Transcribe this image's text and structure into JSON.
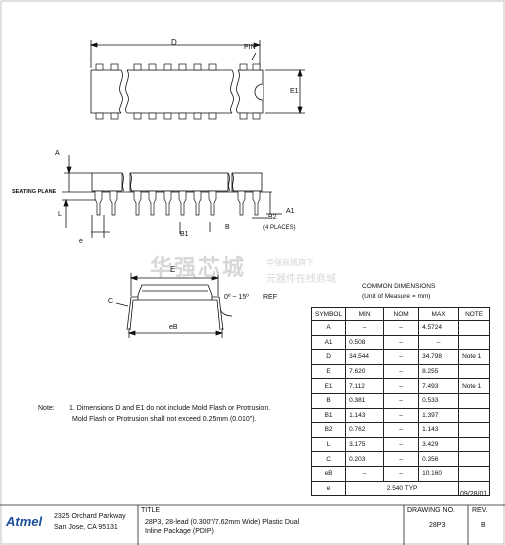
{
  "top_view": {
    "dim_d": "D",
    "pin_label": "PIN",
    "dim_e1": "E1"
  },
  "side_view": {
    "label_a": "A",
    "seating_plane": "SEATING PLANE",
    "label_l": "L",
    "label_e": "e",
    "label_a1": "A1",
    "label_b1": "B1",
    "label_b": "B",
    "label_b2": "B2",
    "b2_note": "(4 PLACES)"
  },
  "end_view": {
    "label_e": "E",
    "label_c": "C",
    "angle": "0º ~ 15º",
    "angle_ref": "REF",
    "label_eb": "eB"
  },
  "watermark": {
    "main": "华强芯城",
    "sub_top": "华强商城旗下",
    "sub_bottom": "元器件在线商城"
  },
  "dimensions": {
    "title": "COMMON DIMENSIONS",
    "subtitle": "(Unit of Measure = mm)",
    "headers": [
      "SYMBOL",
      "MIN",
      "NOM",
      "MAX",
      "NOTE"
    ],
    "rows": [
      {
        "symbol": "A",
        "min": "–",
        "nom": "–",
        "max": "4.5724",
        "note": ""
      },
      {
        "symbol": "A1",
        "min": "0.508",
        "nom": "–",
        "max": "–",
        "note": ""
      },
      {
        "symbol": "D",
        "min": "34.544",
        "nom": "–",
        "max": "34.798",
        "note": "Note 1"
      },
      {
        "symbol": "E",
        "min": "7.620",
        "nom": "–",
        "max": "8.255",
        "note": ""
      },
      {
        "symbol": "E1",
        "min": "7.112",
        "nom": "–",
        "max": "7.493",
        "note": "Note 1"
      },
      {
        "symbol": "B",
        "min": "0.381",
        "nom": "–",
        "max": "0.533",
        "note": ""
      },
      {
        "symbol": "B1",
        "min": "1.143",
        "nom": "–",
        "max": "1.397",
        "note": ""
      },
      {
        "symbol": "B2",
        "min": "0.762",
        "nom": "–",
        "max": "1.143",
        "note": ""
      },
      {
        "symbol": "L",
        "min": "3.175",
        "nom": "–",
        "max": "3.429",
        "note": ""
      },
      {
        "symbol": "C",
        "min": "0.203",
        "nom": "–",
        "max": "0.356",
        "note": ""
      },
      {
        "symbol": "eB",
        "min": "–",
        "nom": "–",
        "max": "10.160",
        "note": ""
      },
      {
        "symbol": "e",
        "min": "",
        "nom": "2.540 TYP",
        "max": "",
        "note": ""
      }
    ]
  },
  "notes": {
    "label": "Note:",
    "line1": "1. Dimensions D and E1 do not include Mold Flash or Protrusion.",
    "line2": "Mold Flash or Protrusion shall not exceed 0.25mm (0.010\")."
  },
  "date": "09/28/01",
  "title_block": {
    "logo": "Atmel",
    "address_line1": "2325 Orchard Parkway",
    "address_line2": "San Jose, CA  95131",
    "title_label": "TITLE",
    "title_line1": "28P3, 28-lead (0.300\"/7.62mm Wide) Plastic Dual",
    "title_line2": "Inline Package (PDIP)",
    "drawing_no_label": "DRAWING NO.",
    "drawing_no": "28P3",
    "rev_label": "REV.",
    "rev": "B"
  }
}
